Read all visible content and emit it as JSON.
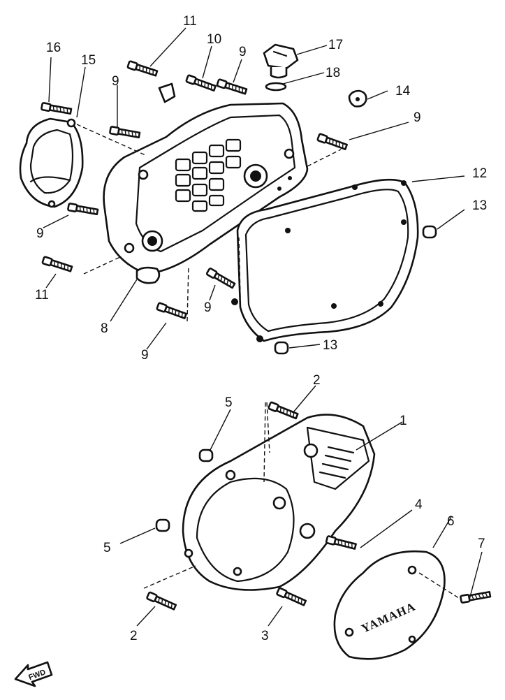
{
  "callouts": [
    {
      "label": "16"
    },
    {
      "label": "15"
    },
    {
      "label": "11"
    },
    {
      "label": "10"
    },
    {
      "label": "9"
    },
    {
      "label": "17"
    },
    {
      "label": "18"
    },
    {
      "label": "14"
    },
    {
      "label": "9"
    },
    {
      "label": "9"
    },
    {
      "label": "12"
    },
    {
      "label": "13"
    },
    {
      "label": "9"
    },
    {
      "label": "11"
    },
    {
      "label": "8"
    },
    {
      "label": "9"
    },
    {
      "label": "9"
    },
    {
      "label": "13"
    },
    {
      "label": "2"
    },
    {
      "label": "5"
    },
    {
      "label": "1"
    },
    {
      "label": "4"
    },
    {
      "label": "5"
    },
    {
      "label": "6"
    },
    {
      "label": "7"
    },
    {
      "label": "2"
    },
    {
      "label": "3"
    }
  ],
  "cover_logo": "YAMAHA",
  "fwd_arrow": "FWD",
  "icons": [
    "bolt-icon",
    "dowel-pin-icon",
    "oil-filler-cap-icon",
    "o-ring-icon",
    "gasket-icon",
    "crankcase-cover-icon",
    "flywheel-cover-icon",
    "forward-arrow-icon"
  ]
}
